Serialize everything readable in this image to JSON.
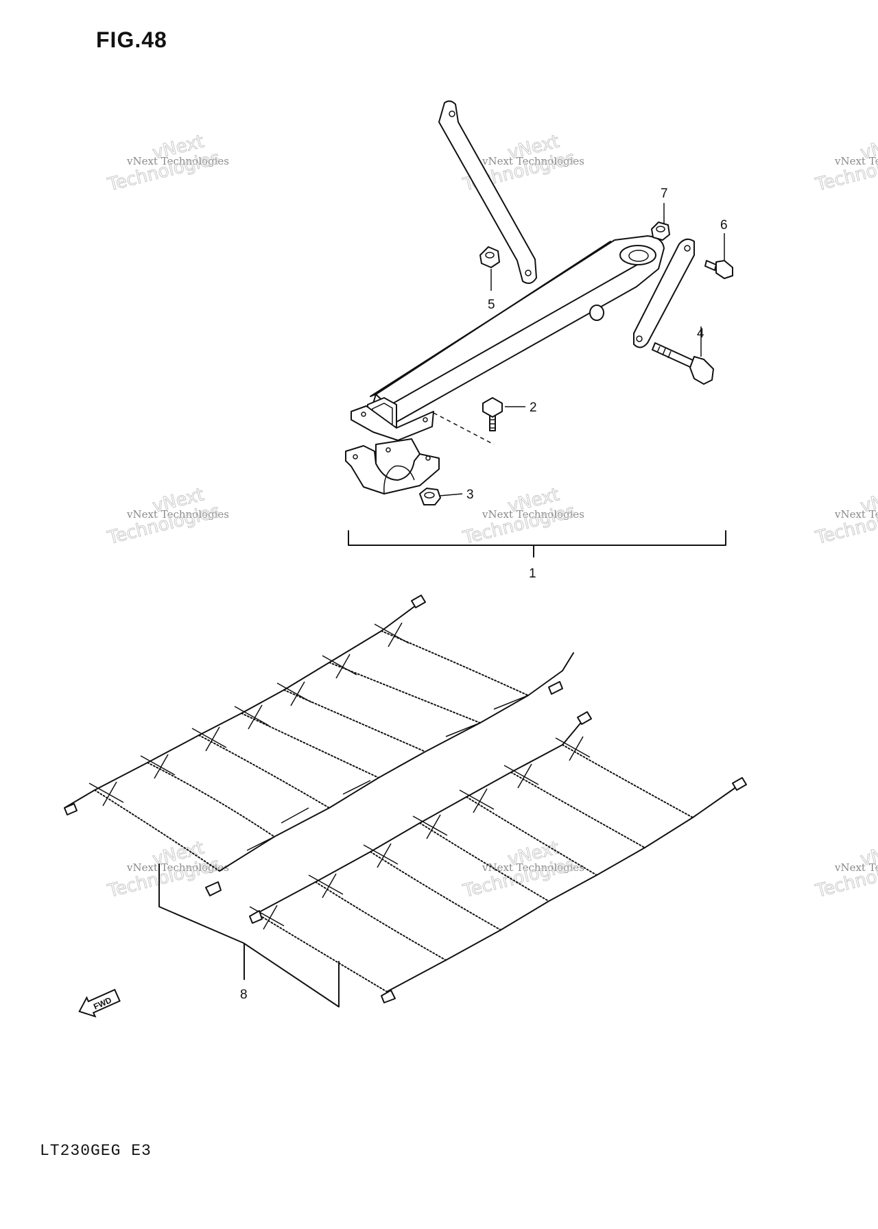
{
  "figure": {
    "title": "FIG.48",
    "model_code": "LT230GEG E3"
  },
  "callouts": {
    "c1": "1",
    "c2": "2",
    "c3": "3",
    "c4": "4",
    "c5": "5",
    "c6": "6",
    "c7": "7",
    "c8": "8"
  },
  "fwd_label": "FWD",
  "watermark": {
    "line1": "vNext Technologies",
    "line2": "Technologies",
    "line3": "vNext"
  }
}
